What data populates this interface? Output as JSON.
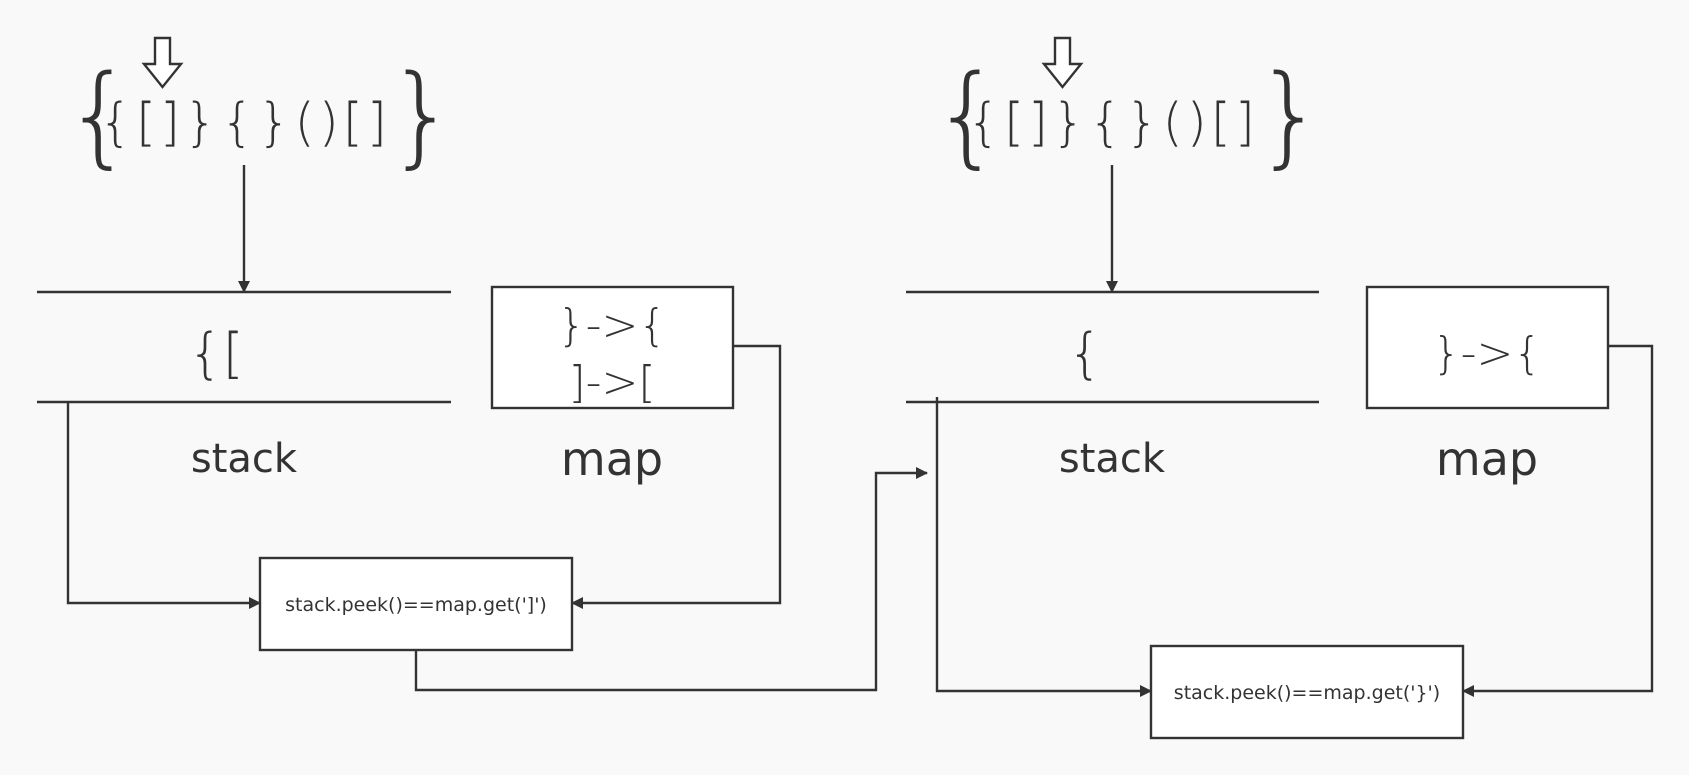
{
  "left": {
    "sequence": "{ [ ] } { } ( ) [ ]",
    "stack": {
      "contents": "{[",
      "label": "stack"
    },
    "map": {
      "entries": [
        "}->{",
        "]->["
      ],
      "label": "map"
    },
    "condition": "stack.peek()==map.get(']')"
  },
  "right": {
    "sequence": "{ [ ] } { } ( ) [ ]",
    "stack": {
      "contents": "{",
      "label": "stack"
    },
    "map": {
      "entries": [
        "}->{"
      ],
      "label": "map"
    },
    "condition": "stack.peek()==map.get('}')"
  },
  "colors": {
    "line": "#333333",
    "background": "#f9f9f9",
    "box": "#ffffff"
  }
}
